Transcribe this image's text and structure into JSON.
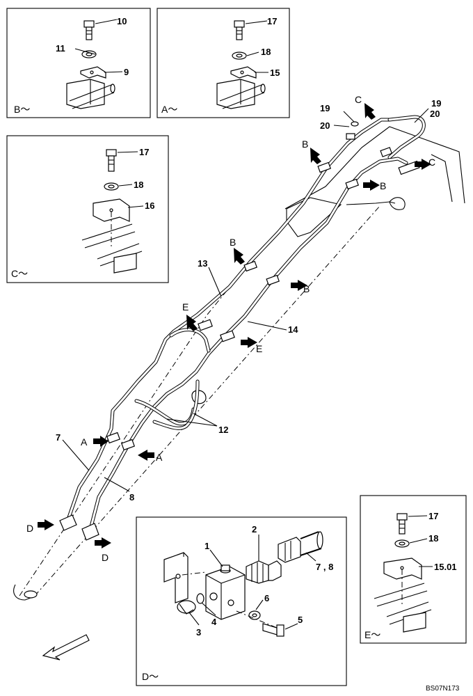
{
  "boxes": {
    "b": {
      "title": "B～",
      "parts": [
        "10",
        "11",
        "9"
      ]
    },
    "a": {
      "title": "A～",
      "parts": [
        "17",
        "18",
        "15"
      ]
    },
    "c": {
      "title": "C～",
      "parts": [
        "17",
        "18",
        "16"
      ]
    },
    "e": {
      "title": "E～",
      "parts": [
        "17",
        "18",
        "15.01"
      ]
    },
    "d": {
      "title": "D～",
      "parts": [
        "1",
        "2",
        "3",
        "4",
        "5",
        "6",
        "7 , 8"
      ]
    }
  },
  "main": {
    "part_labels": [
      "13",
      "14",
      "12",
      "7",
      "8",
      "19",
      "20",
      "19",
      "20"
    ],
    "view_letters": [
      "A",
      "A",
      "B",
      "B",
      "B",
      "B",
      "C",
      "C",
      "D",
      "D",
      "E",
      "E"
    ]
  },
  "drawing_code": "BS07N173"
}
